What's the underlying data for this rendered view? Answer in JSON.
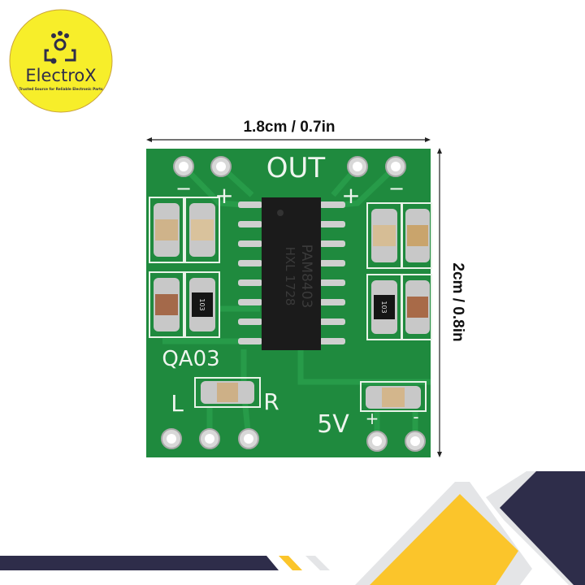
{
  "logo": {
    "name": "ElectroX",
    "tagline": "Trusted Source for Reliable Electronic Parts",
    "background_color": "#f7ee2a",
    "text_color": "#2f2d4a"
  },
  "dimensions": {
    "width_label": "1.8cm / 0.7in",
    "height_label": "2cm / 0.8in"
  },
  "board": {
    "color": "#1f8a3e",
    "labels": {
      "out": "OUT",
      "plus_left": "+",
      "minus_left": "−",
      "plus_right": "+",
      "minus_right": "−",
      "model": "QA03",
      "left": "L",
      "right": "R",
      "power": "5V",
      "power_plus": "+",
      "power_minus": "-"
    },
    "chip": {
      "line1": "PAM8403",
      "line2": "HXL 1728"
    },
    "resistor_code": "103"
  },
  "decor": {
    "navy": "#2e2d4a",
    "yellow": "#fbc52b",
    "grey": "#e4e5e7"
  }
}
